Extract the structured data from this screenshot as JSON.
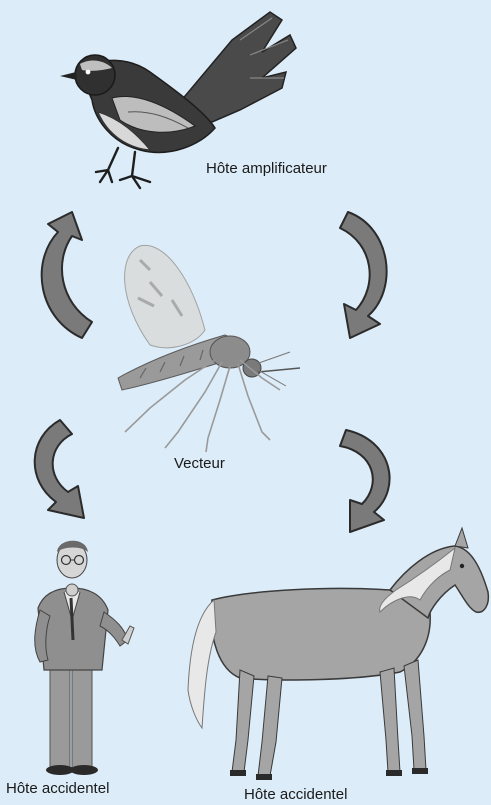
{
  "labels": {
    "amplifying_host": "Hôte amplificateur",
    "vector": "Vecteur",
    "accidental_host_human": "Hôte accidentel",
    "accidental_host_horse": "Hôte accidentel"
  },
  "colors": {
    "background": "#dcecf8",
    "arrow_fill": "#7a7a7a",
    "arrow_stroke": "#2b2b2b",
    "bird_dark": "#3a3a3a",
    "bird_light": "#bdbdbd",
    "horse_body": "#a5a5a5",
    "horse_mane": "#e8e8e8",
    "human_suit": "#8f8f8f"
  },
  "icons": [
    "bird-icon",
    "mosquito-icon",
    "human-icon",
    "horse-icon",
    "cycle-arrow-icon"
  ]
}
